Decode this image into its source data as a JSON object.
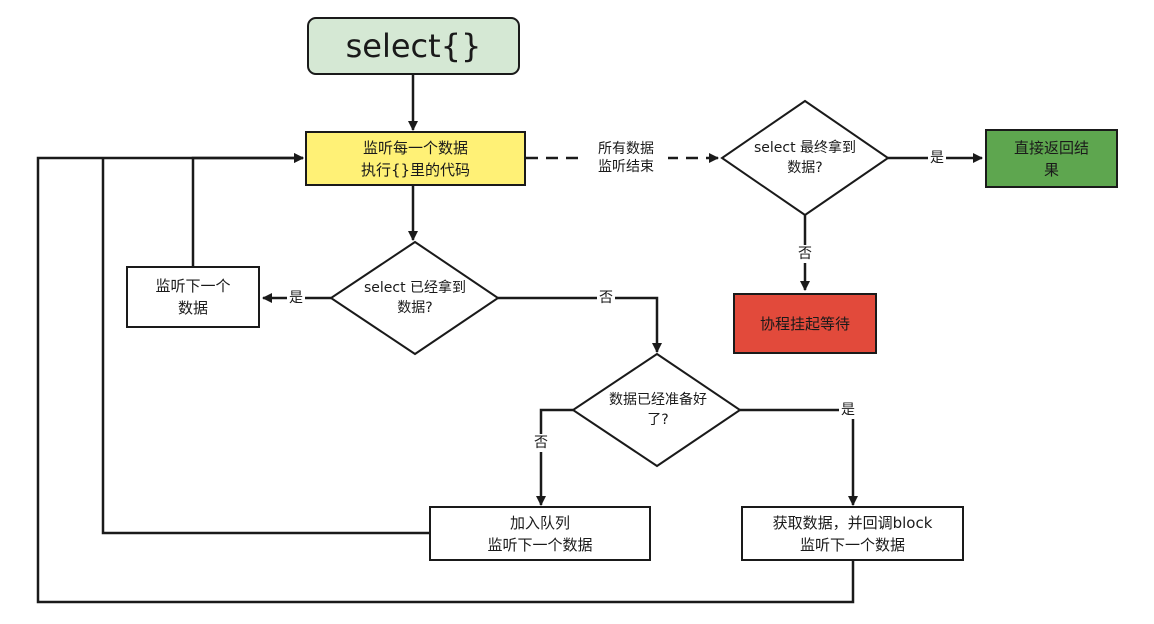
{
  "colors": {
    "start": "#d5e8d4",
    "highlight": "#fff176",
    "success": "#5ea64f",
    "blocked": "#e24a3b",
    "stroke": "#1a1a1a"
  },
  "nodes": {
    "start": "select{}",
    "listen": "监听每一个数据\n执行{}里的代码",
    "selectDone": "select 最终拿到\n数据?",
    "returnResult": "直接返回结\n果",
    "suspend": "协程挂起等待",
    "selectHasData": "select 已经拿到\n数据?",
    "listenNext": "监听下一个\n数据",
    "dataReady": "数据已经准备好\n了?",
    "enqueue": "加入队列\n监听下一个数据",
    "fetch": "获取数据，并回调block\n监听下一个数据"
  },
  "edge_labels": {
    "allDone": "所有数据\n监听结束",
    "yes1": "是",
    "no1": "否",
    "yes2": "是",
    "no2": "否",
    "yes3": "是",
    "no3": "否"
  }
}
